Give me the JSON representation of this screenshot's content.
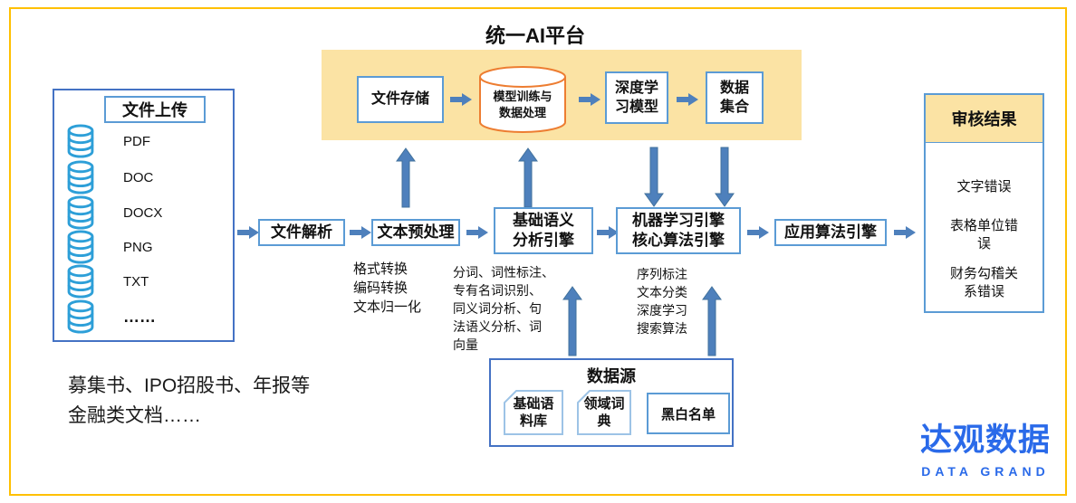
{
  "title": "统一AI平台",
  "platform": {
    "storage": "文件存储",
    "training": "模型训练与\n数据处理",
    "deep_model": "深度学\n习模型",
    "dataset": "数据\n集合"
  },
  "flow": {
    "parse": "文件解析",
    "preprocess": "文本预处理",
    "semantic": "基础语义\n分析引擎",
    "ml": "机器学习引擎\n核心算法引擎",
    "app": "应用算法引擎"
  },
  "notes": {
    "preprocess": "格式转换\n编码转换\n文本归一化",
    "semantic": "分词、词性标注、\n专有名词识别、\n同义词分析、句\n法语义分析、词\n向量",
    "ml": "序列标注\n文本分类\n深度学习\n搜索算法"
  },
  "upload": {
    "header": "文件上传",
    "items": [
      "PDF",
      "DOC",
      "DOCX",
      "PNG",
      "TXT",
      "……"
    ]
  },
  "caption": "募集书、IPO招股书、年报等\n金融类文档……",
  "datasource": {
    "title": "数据源",
    "items": [
      "基础语\n料库",
      "领域词\n典",
      "黑白名单"
    ]
  },
  "results": {
    "header": "审核结果",
    "items": [
      "文字错误",
      "表格单位错\n误",
      "财务勾稽关\n系错误"
    ]
  },
  "logo": {
    "cn": "达观数据",
    "en": "DATA GRAND"
  },
  "colors": {
    "frame": "#FFC000",
    "platform_fill": "#FBE3A4",
    "box_border": "#5B9BD5",
    "panel_border": "#4472C4",
    "arrow_blue": "#4E80BC",
    "cylinder_orange": "#ED7D31",
    "database_icon_blue": "#2D9FD8",
    "logo_blue": "#2A6AE9"
  },
  "icons": {
    "database": "database-icon",
    "cylinder": "cylinder-icon",
    "arrow_right": "arrow-right-icon",
    "arrow_up": "arrow-up-icon",
    "arrow_down": "arrow-down-icon"
  }
}
